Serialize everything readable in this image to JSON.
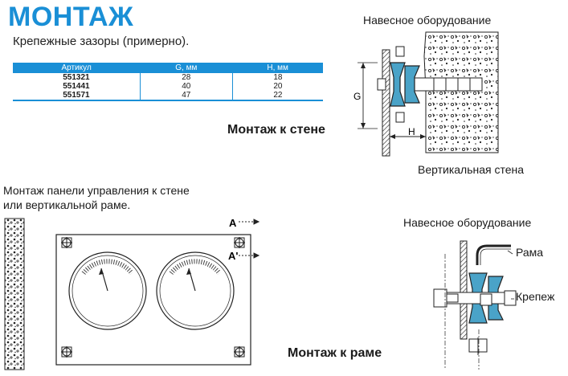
{
  "page": {
    "title": "МОНТАЖ",
    "subtitle": "Крепежные зазоры (примерно)."
  },
  "table": {
    "headers": [
      "Артикул",
      "G, мм",
      "H, мм"
    ],
    "rows": [
      [
        "551321",
        "28",
        "18"
      ],
      [
        "551441",
        "40",
        "20"
      ],
      [
        "551571",
        "47",
        "22"
      ]
    ]
  },
  "wall_mount": {
    "heading": "Монтаж к стене",
    "label_equipment": "Навесное оборудование",
    "label_wall": "Вертикальная стена",
    "dim_g": "G",
    "dim_h": "H"
  },
  "panel_mount": {
    "description_line1": "Монтаж панели управления к стене",
    "description_line2": "или вертикальной раме.",
    "marker_a": "A",
    "marker_a_prime": "A'"
  },
  "frame_mount": {
    "heading": "Монтаж к раме",
    "label_equipment": "Навесное оборудование",
    "label_frame": "Рама",
    "label_fastener": "Крепеж"
  },
  "colors": {
    "accent": "#1a8fd6",
    "steel": "#1a1a1a",
    "insulator": "#4aa3c8"
  }
}
